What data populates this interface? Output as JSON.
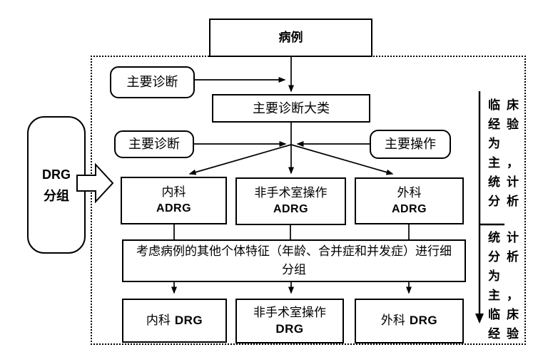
{
  "flowchart": {
    "case_box": "病例",
    "drg_group_panel": {
      "line1": "DRG",
      "line2": "分组"
    },
    "primary_diagnosis_top": "主要诊断",
    "mdc_box": "主要诊断大类",
    "primary_diagnosis_mid": "主要诊断",
    "primary_operation": "主要操作",
    "adrg_boxes": [
      {
        "cjk": "内科",
        "latin": "ADRG"
      },
      {
        "cjk": "非手术室操作",
        "latin": "ADRG"
      },
      {
        "cjk": "外科",
        "latin": "ADRG"
      }
    ],
    "subdivision_box": "考虑病例的其他个体特征（年龄、合并症和并发症）进行细分组",
    "drg_boxes": [
      {
        "cjk": "内科",
        "latin": "DRG"
      },
      {
        "cjk": "非手术室操作",
        "latin": "DRG"
      },
      {
        "cjk": "外科",
        "latin": "DRG"
      }
    ],
    "annotation_top": "临床\n经验\n为\n主，\n统计\n分析",
    "annotation_bottom": "统计\n分析\n为\n主，\n临床\n经验",
    "colors": {
      "line": "#000000",
      "background": "#ffffff"
    }
  }
}
